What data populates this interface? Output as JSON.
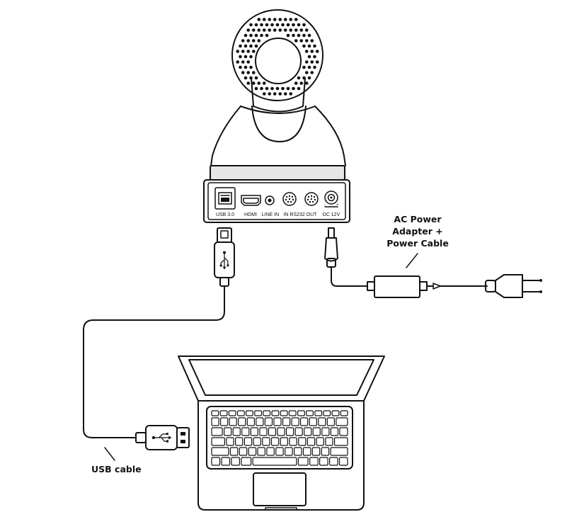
{
  "ports": {
    "usb": "USB 3.0",
    "hdmi": "HDMI",
    "line_in": "LINE IN",
    "rs232": "IN RS232 OUT",
    "dc": "DC 12V"
  },
  "labels": {
    "ac_power_line1": "AC Power",
    "ac_power_line2": "Adapter +",
    "ac_power_line3": "Power Cable",
    "usb_cable": "USB cable"
  },
  "colors": {
    "stroke": "#111111",
    "base": "#e6e6e6",
    "background": "#ffffff"
  },
  "icons": {
    "camera": "ptz-camera-icon",
    "laptop": "laptop-icon",
    "usb_symbol": "usb-symbol-icon",
    "plug": "power-plug-icon"
  }
}
